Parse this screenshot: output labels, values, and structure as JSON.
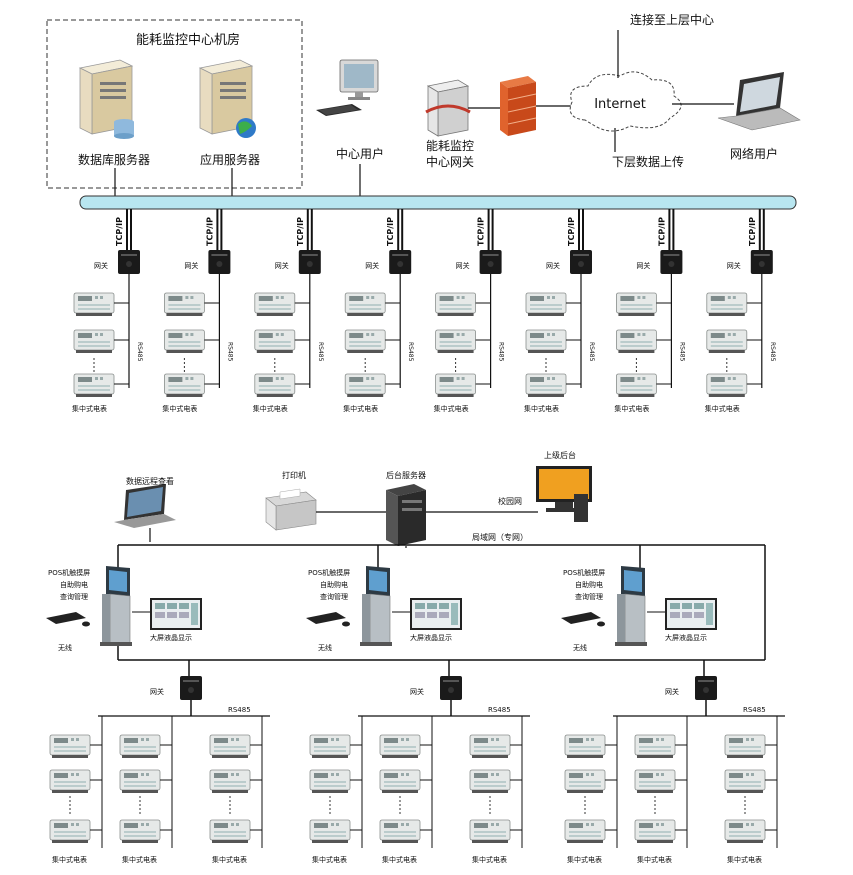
{
  "top": {
    "datacenter_title": "能耗监控中心机房",
    "db_server_label": "数据库服务器",
    "app_server_label": "应用服务器",
    "center_user_label": "中心用户",
    "gateway_label": [
      "能耗监控",
      "中心网关"
    ],
    "internet_label": "Internet",
    "upper_center_label": "连接至上层中心",
    "lower_upload_label": "下层数据上传",
    "network_user_label": "网络用户",
    "tcp_label": "TCP/IP",
    "branch_gateway_label": "网关",
    "rs485_label": "RS485",
    "meter_group_label": "集中式电表",
    "branch_count": 8
  },
  "bottom": {
    "remote_view_label": "数据远程查看",
    "printer_label": "打印机",
    "backend_server_label": "后台服务器",
    "upper_backend_label": "上级后台",
    "campus_net_label": "校园网",
    "lan_label": "局域网（专网）",
    "kiosk_label": [
      "POS机触摸屏",
      "自助购电",
      "查询管理"
    ],
    "wireless_label": "无线",
    "big_screen_label": "大屏液晶显示",
    "gateway_label": "网关",
    "rs485_label": "RS485",
    "meter_label": "集中式电表",
    "section_count": 3
  },
  "colors": {
    "bus": "#b8e6f0",
    "bus_stroke": "#333333",
    "line": "#111111",
    "firewall": "#d9531e",
    "meter_body": "#e6e9e8",
    "server_body": "#e8dcc0",
    "screen": "#5f9fcf"
  }
}
